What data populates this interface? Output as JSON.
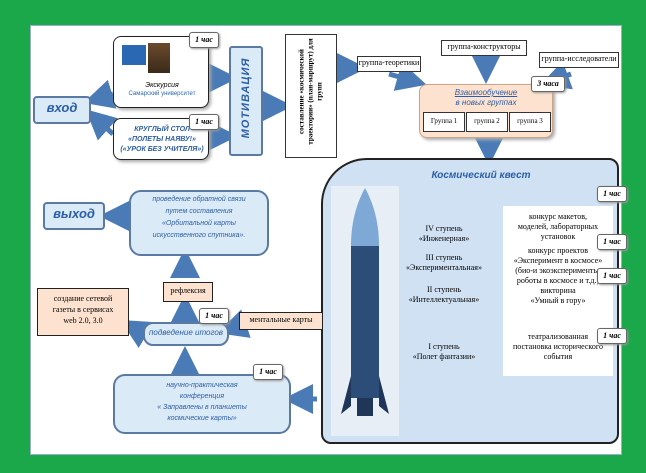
{
  "motivation_box": {
    "caption_line1": "Экскурсия",
    "caption_line2": "Самарский университет",
    "hours": "1 час"
  },
  "roundtable_box": {
    "line1": "КРУГЛЫЙ СТОЛ",
    "line2": "«ПОЛЕТЫ НАЯВУ!»",
    "line3": "(«УРОК БЕЗ УЧИТЕЛЯ»)",
    "hours": "1 час"
  },
  "entry_label": "вход",
  "motivation_label": "МОТИВАЦИЯ",
  "trajectory_label": "составление «космической траектории» (план-маршрут) для групп",
  "groups": {
    "theorists": "группа-теоретики",
    "constructors": "группа-конструкторы",
    "researchers": "группа-исследователи"
  },
  "mutual_learning": {
    "line1": "Взаимообучение",
    "line2": "в новых группах",
    "hours": "3 часа",
    "groups": [
      "Группа 1",
      "группа 2",
      "группа 3"
    ]
  },
  "quest": {
    "title": "Космический квест",
    "stages": [
      {
        "line1": "IV ступень",
        "line2": "«Инженерная»"
      },
      {
        "line1": "III ступень",
        "line2": "«Экспериментальная»"
      },
      {
        "line1": "II ступень",
        "line2": "«Интеллектуальная»"
      },
      {
        "line1": "I ступень",
        "line2": "«Полет фантазии»"
      }
    ],
    "activities": [
      {
        "lines": [
          "конкурс макетов,",
          "моделей, лабораторных",
          "установок"
        ],
        "hours": "1 час"
      },
      {
        "lines": [
          "конкурс проектов",
          "«Эксперимент в космосе»",
          "(био-и экоэксперименты,",
          "роботы в космосе и т.д.)"
        ],
        "hours": "1 час"
      },
      {
        "lines": [
          "викторина",
          "«Умный в гору»"
        ],
        "hours": "1 час"
      },
      {
        "lines": [
          "театрализованная",
          "постановка исторического",
          "события"
        ],
        "hours": "1 час"
      }
    ]
  },
  "exit_label": "выход",
  "feedback": {
    "lines": [
      "проведение обратной связи",
      "путем составления",
      "«Орбитальной карты",
      "искусственного спутника»."
    ]
  },
  "reflection": "рефлексия",
  "newspaper": {
    "lines": [
      "создание сетевой",
      "газеты в сервисах",
      "web 2.0, 3.0"
    ]
  },
  "summary": {
    "label": "подведение итогов",
    "hours": "1 час"
  },
  "mental_maps": "ментальные карты",
  "conference": {
    "lines": [
      "научно-практическая",
      "конференция",
      "« Заправлены в планшеты",
      "космические карты»"
    ],
    "hours": "1 час"
  },
  "colors": {
    "frame": "#1aa84a",
    "arrow": "#4a7bb7",
    "box_fill": "#dbeaf7",
    "box_border": "#5a7aa3",
    "label_blue": "#2b5ea7",
    "peach": "#fde3cf",
    "rocket": "#2d4d79"
  }
}
